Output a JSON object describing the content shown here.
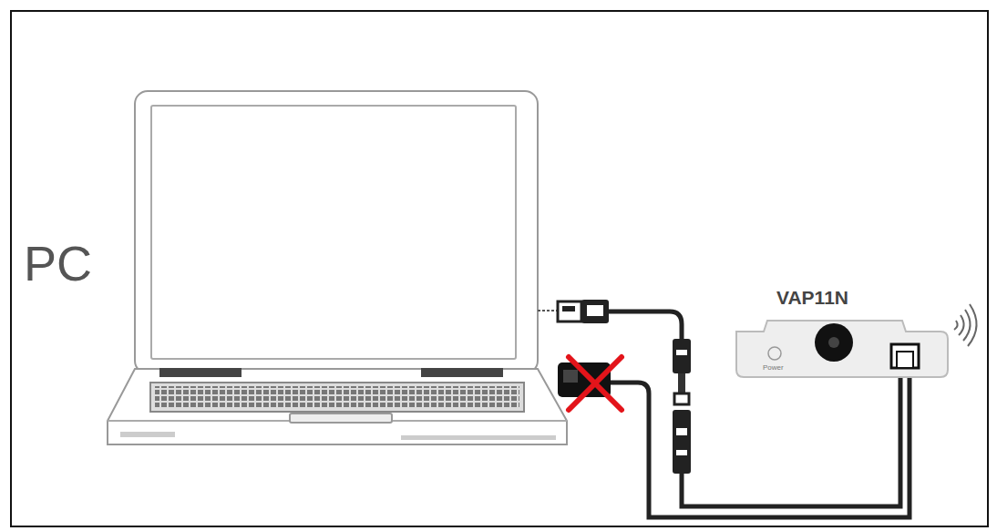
{
  "diagram": {
    "labels": [
      "PC",
      "VAP11N",
      "Power"
    ]
  }
}
